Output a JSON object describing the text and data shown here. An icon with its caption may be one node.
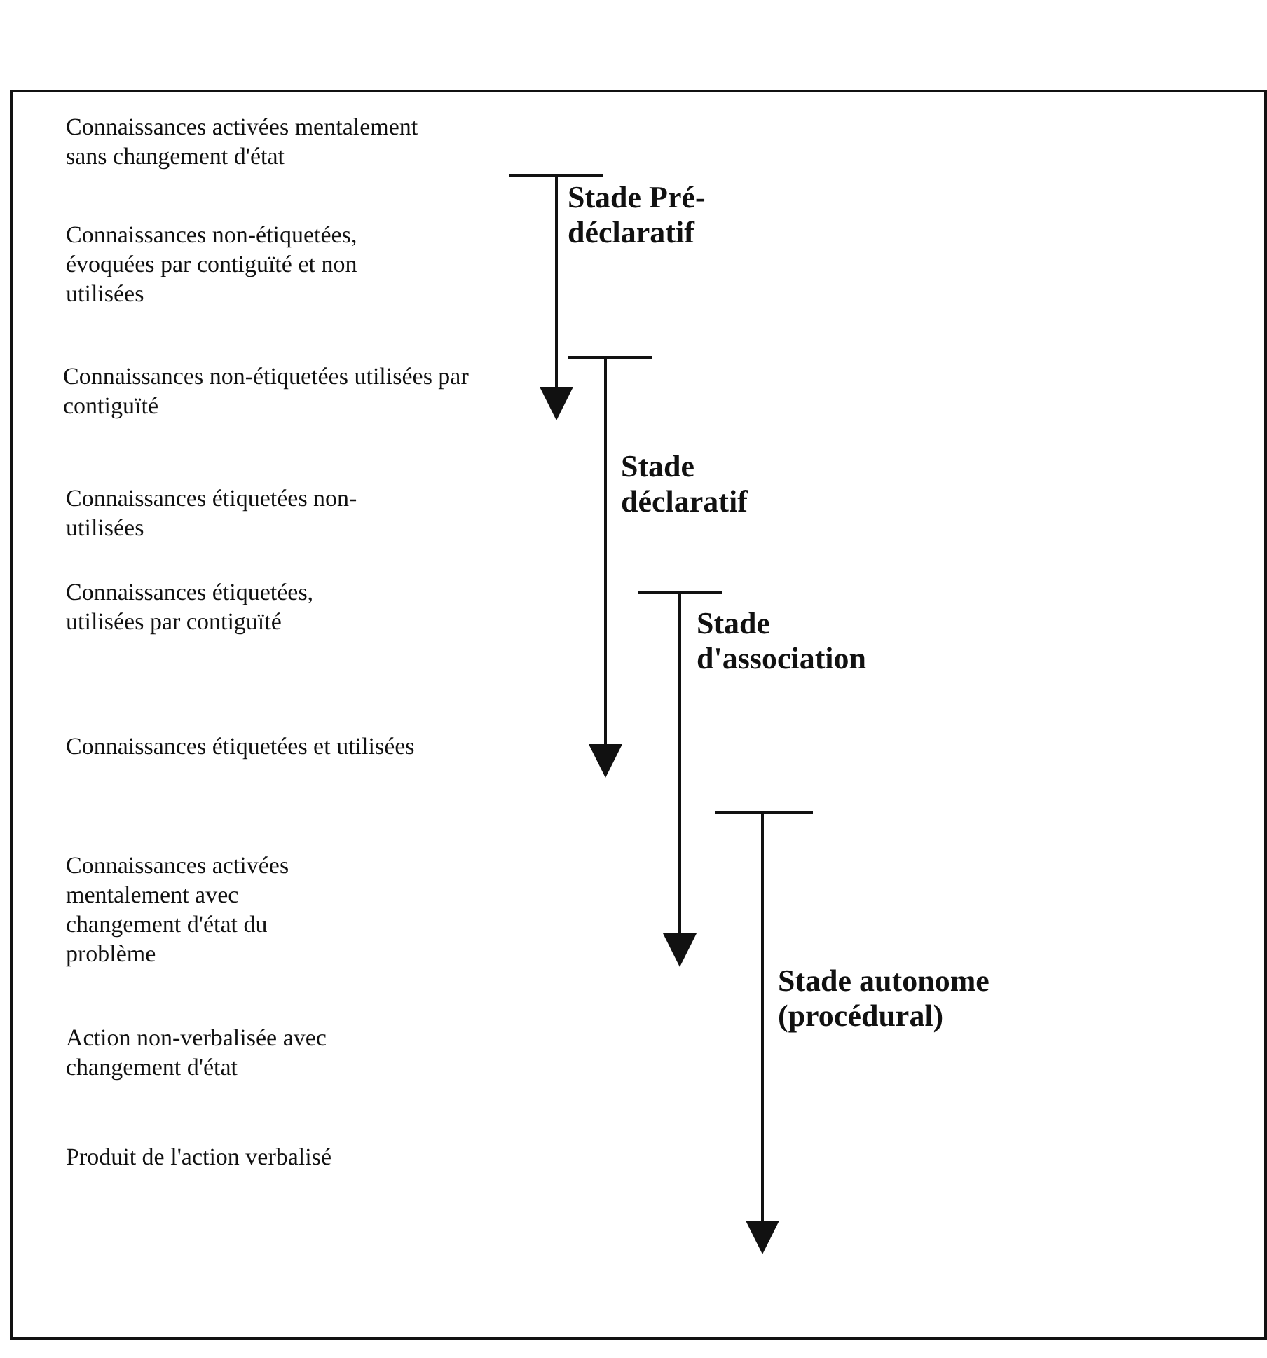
{
  "diagram": {
    "labels": [
      "Connaissances activées mentalement sans changement d'état",
      "Connaissances non-étiquetées, évoquées par contiguïté et non utilisées",
      "Connaissances non-étiquetées utilisées par contiguïté",
      "Connaissances étiquetées non-utilisées",
      "Connaissances étiquetées, utilisées par contiguïté",
      "Connaissances étiquetées et utilisées",
      "Connaissances activées mentalement avec changement d'état du problème",
      "Action non-verbalisée avec changement d'état",
      "Produit de l'action verbalisé",
      "Stade Pré-déclaratif",
      "Stade déclaratif",
      "Stade d'association",
      "Stade autonome (procédural)"
    ]
  }
}
